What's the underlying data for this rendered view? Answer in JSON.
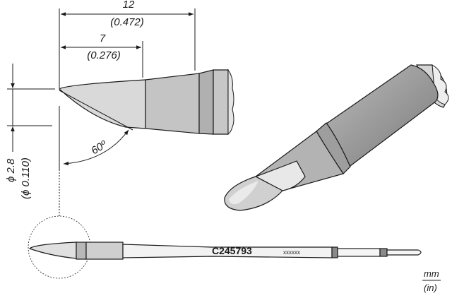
{
  "dimensions": {
    "length_total_mm": "12",
    "length_total_in": "(0.472)",
    "length_bevel_mm": "7",
    "length_bevel_in": "(0.276)",
    "angle": "60º",
    "diameter_mm": "ϕ 2.8",
    "diameter_in": "(ϕ 0.110)"
  },
  "part_code": "C245793",
  "serial_placeholder": "xxxxxx",
  "units": {
    "primary": "mm",
    "secondary": "(in)"
  },
  "colors": {
    "body_dark": "#8c8c8c",
    "body_mid": "#a9a9a9",
    "body_light": "#c9c9c9",
    "tip_light": "#e6e6e6",
    "line": "#1a1a1a"
  }
}
